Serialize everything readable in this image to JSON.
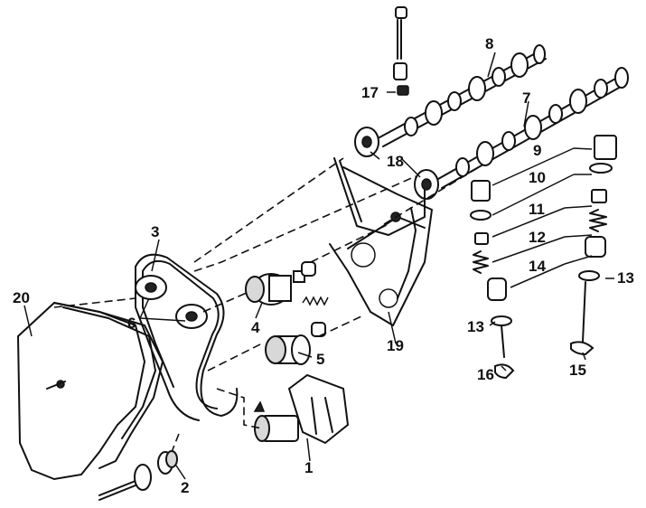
{
  "labels": {
    "l1": "1",
    "l2": "2",
    "l3": "3",
    "l4": "4",
    "l5": "5",
    "l6": "6",
    "l7": "7",
    "l8": "8",
    "l9": "9",
    "l10": "10",
    "l11": "11",
    "l12": "12",
    "l13a": "13",
    "l13b": "13",
    "l14": "14",
    "l15": "15",
    "l16": "16",
    "l17": "17",
    "l18": "18",
    "l19": "19",
    "l20": "20"
  }
}
